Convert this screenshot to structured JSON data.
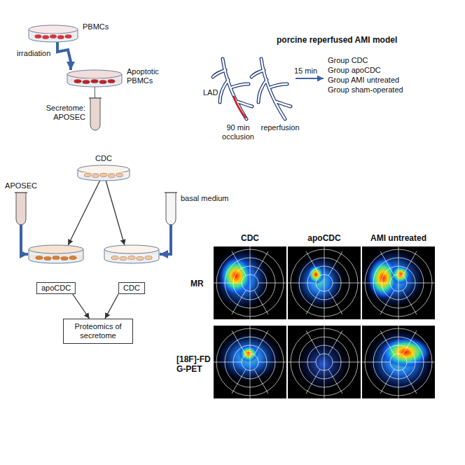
{
  "diagram": {
    "nodes": [
      {
        "text": [
          "PBMCs"
        ]
      },
      {
        "text": [
          "Apoptotic PBMCs"
        ]
      },
      {
        "text": [
          "Secretome: APOSEC"
        ]
      },
      {
        "text": [
          "CDC"
        ]
      },
      {
        "text": [
          "APOSEC"
        ]
      },
      {
        "text": [
          "basal medium"
        ]
      },
      {
        "text": [
          "apoCDC"
        ]
      },
      {
        "text": [
          "CDC"
        ]
      },
      {
        "text": [
          "Proteomics of secretome"
        ]
      }
    ],
    "edges": [
      {
        "from": 0,
        "to": 1,
        "label": "irradiation",
        "arrow": "to"
      },
      {
        "from": 1,
        "to": 2,
        "arrow": "none"
      },
      {
        "from": 3,
        "to": 6,
        "arrow": "to"
      },
      {
        "from": 3,
        "to": 7,
        "arrow": "to"
      },
      {
        "from": 4,
        "to": 6,
        "arrow": "to"
      },
      {
        "from": 5,
        "to": 7,
        "arrow": "to"
      },
      {
        "from": 6,
        "to": 8,
        "arrow": "to"
      },
      {
        "from": 7,
        "to": 8,
        "arrow": "to"
      }
    ],
    "labels": [
      "porcine reperfused AMI model",
      "LAD",
      "90 min occlusion",
      "reperfusion",
      "15 min",
      "Group CDC",
      "Group apoCDC",
      "Group AMI untreated",
      "Group sham-operated",
      "CDC",
      "apoCDC",
      "AMI untreated",
      "MR",
      "[18F]-FDG-PET"
    ]
  }
}
